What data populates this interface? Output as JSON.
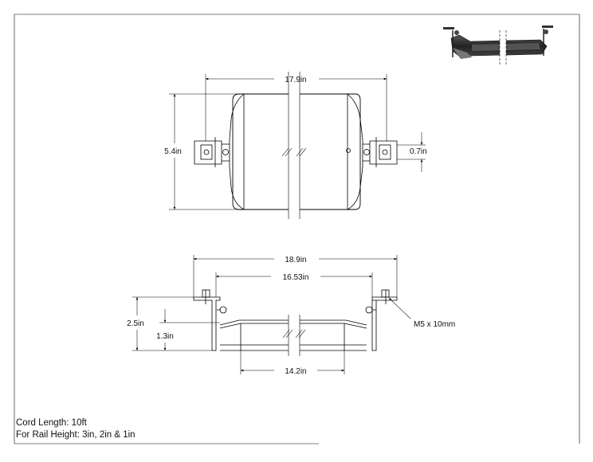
{
  "dimensions": {
    "top_width": "17.9in",
    "top_height": "5.4in",
    "tab_width": "0.7in",
    "side_overall": "18.9in",
    "side_inner": "16.53in",
    "side_bottom": "14.2in",
    "side_height": "2.5in",
    "side_body_height": "1.3in"
  },
  "callouts": {
    "screw": "M5 x 10mm"
  },
  "notes": {
    "cord_length": "Cord Length: 10ft",
    "rail_height": "For Rail Height: 3in, 2in & 1in"
  }
}
